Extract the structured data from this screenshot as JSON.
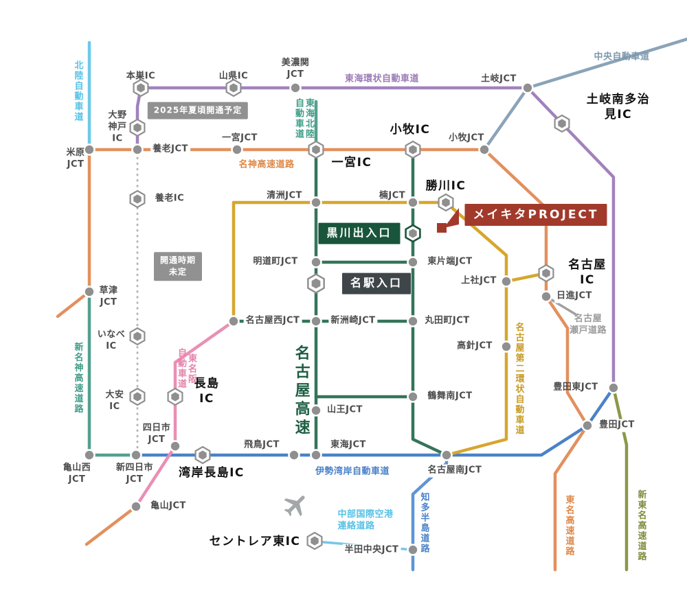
{
  "map": {
    "roads": {
      "hokuriku": "北陸自動車道",
      "tokai_kanjo": "東海環状自動車道",
      "chuo": "中央自動車道",
      "meishin": "名神高速道路",
      "tokai_hokuriku": "東海北陸\n自動車道",
      "shin_meishin": "新名神高速道路",
      "higashi_meihan": "東名阪\n自動車道",
      "nagoya_kosoku": "名古屋高速",
      "mei_nikan": "名古屋第二環状自動車道",
      "isewangan": "伊勢湾岸自動車道",
      "chita": "知多半島道路",
      "centrair": "中部国際空港\n連絡道路",
      "nagoya_seto": "名古屋\n瀬戸道路",
      "tomei": "東名高速道路",
      "shin_tomei": "新東名高速道路"
    },
    "ics": {
      "motosu": "本巣IC",
      "yamagata": "山県IC",
      "oono_godo": "大野\n神戸\nIC",
      "yoro": "養老IC",
      "ichinomiya": "一宮IC",
      "komaki": "小牧IC",
      "kachigawa": "勝川IC",
      "toki_minami_tajimi": "土岐南多治見IC",
      "nagoya": "名古屋\nIC",
      "inabe": "いなべ\nIC",
      "daian": "大安\nIC",
      "nagashima": "長島\nIC",
      "wangan_nagashima": "湾岸長島IC",
      "centrair_higashi": "セントレア東IC"
    },
    "jcts": {
      "minoseki": "美濃関\nJCT",
      "toki": "土岐JCT",
      "maibara": "米原\nJCT",
      "yoro": "養老JCT",
      "ichinomiya": "一宮JCT",
      "komaki": "小牧JCT",
      "kiyosu": "清洲JCT",
      "kusunoki": "楠JCT",
      "meidocho": "明道町JCT",
      "higashikatahashi": "東片端JCT",
      "kamiyashiro": "上社JCT",
      "nisshin": "日進JCT",
      "kusatsu": "草津\nJCT",
      "nagoya_nishi": "名古屋西JCT",
      "shin_suzaki": "新洲崎JCT",
      "marutacho": "丸田町JCT",
      "takabari": "高針JCT",
      "tsurumai_minami": "鶴舞南JCT",
      "sanno": "山王JCT",
      "toyota_higashi": "豊田東JCT",
      "toyota": "豊田JCT",
      "yokkaichi": "四日市\nJCT",
      "asuka": "飛鳥JCT",
      "tokai": "東海JCT",
      "nagoya_minami": "名古屋南JCT",
      "kameyama_nishi": "亀山西\nJCT",
      "shin_yokkaichi": "新四日市\nJCT",
      "kameyama": "亀山JCT",
      "handa_chuo": "半田中央JCT"
    },
    "callouts": {
      "meikita": "メイキタPROJECT",
      "kurokawa": "黒川出入口",
      "meieki": "名駅入口"
    },
    "badges": {
      "opening_2025": "2025年夏頃開通予定",
      "opening_tbd": "開通時期\n未定"
    },
    "colors": {
      "hokuriku": "#6cc9e8",
      "tokai_kanjo": "#a182bd",
      "chuo": "#8aa3b8",
      "meishin_tomei": "#e2905e",
      "tokai_hokuriku_shin_meishin": "#54a08e",
      "nagoya_expressway": "#34755a",
      "mei_nikan": "#d6a62e",
      "higashi_meihan": "#ea8fb4",
      "isewangan_chita": "#4a82c8",
      "centrair_road": "#74c7e8",
      "nagoya_seto": "#a0a0a0",
      "shin_tomei": "#8b9848",
      "planned_dashed": "#b8b8b8",
      "node_gray": "#8f8f8f",
      "meikita_red": "#a23a2c",
      "kurokawa_green": "#19553b",
      "meieki_dark": "#3f4649",
      "badge_gray": "#919191"
    }
  }
}
